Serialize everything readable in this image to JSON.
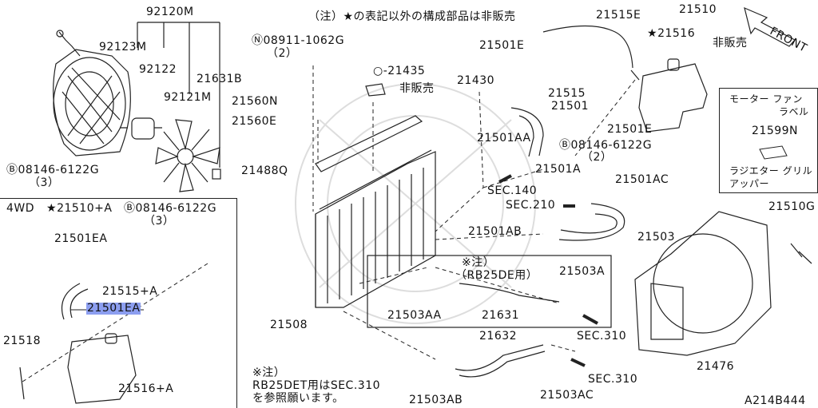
{
  "header_note": "（注）★の表記以外の構成部品は非販売",
  "front_label": "FRONT",
  "fourwd_label": "4WD",
  "motor_label_box": {
    "line1": "モーター ファン",
    "line2": "ラベル",
    "part": "21599N",
    "line3": "ラジエター グリル",
    "line4": "アッパー"
  },
  "note_bottom": {
    "line1": "※注）",
    "line2": "RB25DET用はSEC.310",
    "line3": "を参照願います。"
  },
  "note_mid": {
    "line1": "※注）",
    "line2": "（RB25DE用）"
  },
  "catalog_code": "A214B444",
  "labels": {
    "p92120M": "92120M",
    "p92123M": "92123M",
    "p92122": "92122",
    "p21631B": "21631B",
    "p92121M": "92121M",
    "bolt_left": "08146-6122G",
    "bolt_left_q": "（3）",
    "nut": "08911-1062G",
    "nut_q": "（2）",
    "p21435": "21435",
    "hibanbai1": "非販売",
    "p21430": "21430",
    "p21560N": "21560N",
    "p21560E": "21560E",
    "p21488Q": "21488Q",
    "p21501E_a": "21501E",
    "p21515E": "21515E",
    "p21515": "21515",
    "p21501": "21501",
    "p21501AA": "21501AA",
    "p21501A": "21501A",
    "sec140": "SEC.140",
    "p21510": "21510",
    "p21516": "21516",
    "hibanbai2": "非販売",
    "p21501E_b": "21501E",
    "bolt_right": "08146-6122G",
    "bolt_right_q": "（2）",
    "p21501AC": "21501AC",
    "sec210": "SEC.210",
    "p21501AB": "21501AB",
    "p21503": "21503",
    "p21503A": "21503A",
    "p21503AA": "21503AA",
    "p21631": "21631",
    "p21508": "21508",
    "sec310a": "SEC.310",
    "p21632": "21632",
    "p21503AB": "21503AB",
    "p21503AC": "21503AC",
    "sec310b": "SEC.310",
    "p21510G": "21510G",
    "p21476": "21476",
    "w21510A": "21510+A",
    "w_bolt": "08146-6122G",
    "w_bolt_q": "（3）",
    "w21501EA_1": "21501EA",
    "w21515A": "21515+A",
    "w21501EA_2": "21501EA",
    "w21518": "21518",
    "w21516A": "21516+A"
  },
  "highlight_color": "#8c9ef0"
}
